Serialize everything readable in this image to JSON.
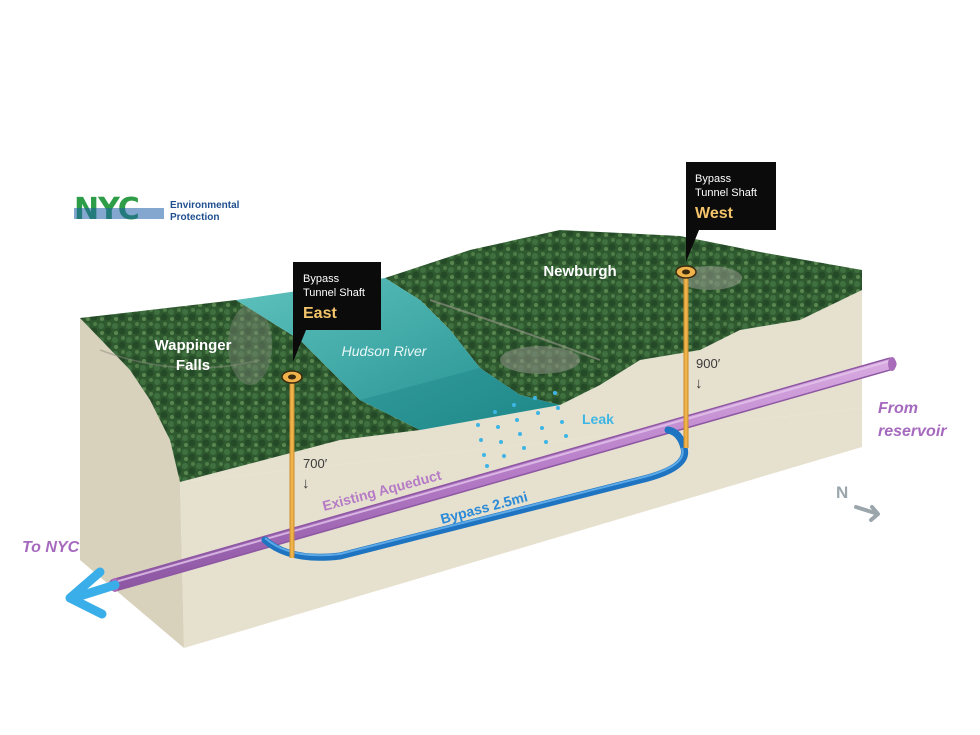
{
  "logo": {
    "mark": "NYC",
    "line1": "Environmental",
    "line2": "Protection",
    "colors": {
      "green": "#2e9d48",
      "blue": "#1d5fa8",
      "text": "#1f4f8f"
    }
  },
  "places": {
    "wappinger_line1": "Wappinger",
    "wappinger_line2": "Falls",
    "newburgh": "Newburgh",
    "hudson": "Hudson River"
  },
  "shafts": {
    "east": {
      "line1": "Bypass",
      "line2": "Tunnel Shaft",
      "name": "East",
      "depth": "700′",
      "arrow": "↓"
    },
    "west": {
      "line1": "Bypass",
      "line2": "Tunnel Shaft",
      "name": "West",
      "depth": "900′",
      "arrow": "↓"
    }
  },
  "labels": {
    "aqueduct": "Existing Aqueduct",
    "bypass": "Bypass 2.5mi",
    "leak": "Leak",
    "to_nyc": "To NYC",
    "from_line1": "From",
    "from_line2": "reservoir",
    "north": "N"
  },
  "icons": [
    "down-arrow-icon",
    "north-arrow-icon",
    "flow-arrow-icon",
    "shaft-cap-icon"
  ],
  "colors": {
    "aqueduct": "#b57bc6",
    "bypass": "#2a8ad8",
    "shaft": "#f0b24a",
    "leak": "#3db6e5",
    "label_purple": "#a569bd",
    "callout_bg": "#0b0b0b",
    "callout_accent": "#f4c46b",
    "earth": "#e3ddcb",
    "water": "#2fa3a0"
  }
}
